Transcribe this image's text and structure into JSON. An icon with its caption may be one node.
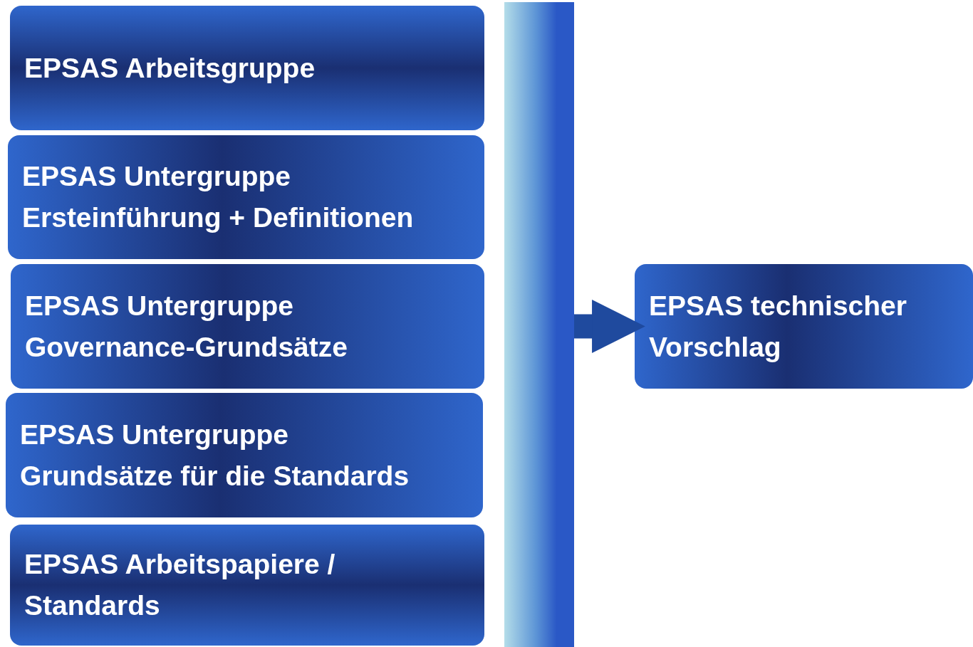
{
  "diagram": {
    "nodes": [
      {
        "text": [
          "EPSAS Arbeitsgruppe"
        ]
      },
      {
        "text": [
          "EPSAS Untergruppe Ersteinführung + Definitionen"
        ]
      },
      {
        "text": [
          "EPSAS Untergruppe Governance-Grundsätze"
        ]
      },
      {
        "text": [
          "EPSAS Untergruppe Grundsätze für die Standards"
        ]
      },
      {
        "text": [
          "EPSAS Arbeitspapiere / Standards"
        ]
      },
      {
        "text": [],
        "shape": "bar"
      },
      {
        "text": [
          "EPSAS technischer Vorschlag"
        ]
      }
    ],
    "edges": [
      {
        "from": 5,
        "to": 6,
        "arrow": "to"
      }
    ]
  }
}
